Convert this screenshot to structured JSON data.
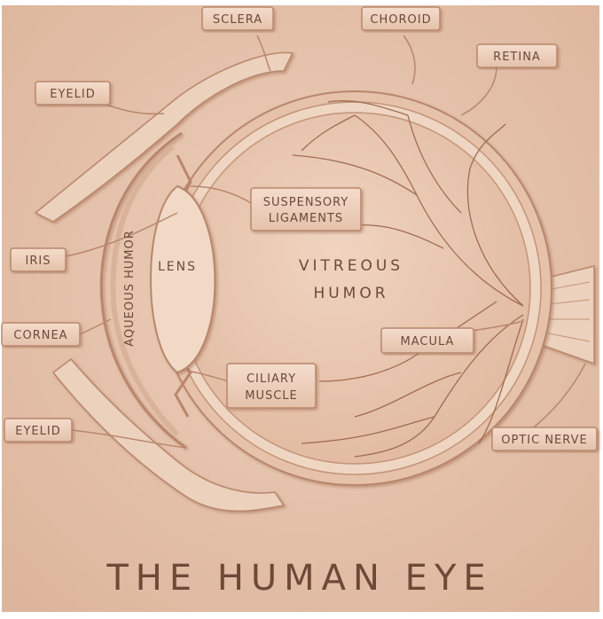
{
  "title": "THE HUMAN EYE",
  "labels": {
    "sclera": "SCLERA",
    "choroid": "CHOROID",
    "retina": "RETINA",
    "eyelid_top": "EYELID",
    "suspensory_1": "SUSPENSORY",
    "suspensory_2": "LIGAMENTS",
    "iris": "IRIS",
    "lens": "LENS",
    "aqueous": "AQUEOUS HUMOR",
    "vitreous_1": "VITREOUS",
    "vitreous_2": "HUMOR",
    "cornea": "CORNEA",
    "macula": "MACULA",
    "ciliary_1": "CILIARY",
    "ciliary_2": "MUSCLE",
    "eyelid_bottom": "EYELID",
    "optic_nerve": "OPTIC NERVE"
  },
  "colors": {
    "plaque": "#e9c9b3",
    "plaque_dark": "#d6ab91",
    "relief_light": "#f6e3d5",
    "relief_shadow": "#b8876d",
    "ink": "#6b4a39",
    "vessel": "#a06b52"
  }
}
